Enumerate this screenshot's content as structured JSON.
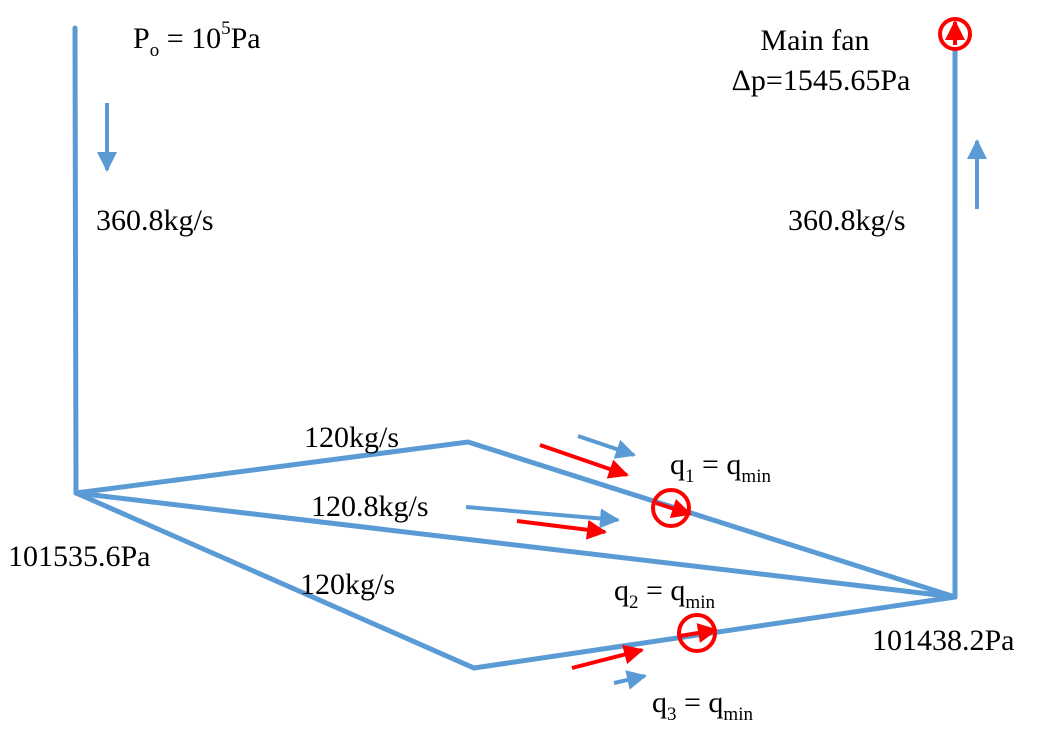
{
  "colors": {
    "duct": "#5B9BD5",
    "fan": "#FF0000",
    "airflow_arrow": "#5B9BD5",
    "fan_arrow": "#FF0000"
  },
  "labels": {
    "inlet_pressure": {
      "symbol": "P",
      "subscript": "o",
      "equals": " = 10",
      "superscript": "5",
      "unit": "Pa"
    },
    "main_fan_name": "Main fan",
    "main_fan_dp": "Δp=1545.65Pa",
    "intake_flow": "360.8kg/s",
    "return_flow": "360.8kg/s",
    "branch1_flow": "120kg/s",
    "branch2_flow": "120.8kg/s",
    "branch3_flow": "120kg/s",
    "junction_left_pressure": "101535.6Pa",
    "junction_right_pressure": "101438.2Pa",
    "q1": {
      "symbol": "q",
      "subscript": "1",
      "equals": " = q",
      "rhs_subscript": "min"
    },
    "q2": {
      "symbol": "q",
      "subscript": "2",
      "equals": " = q",
      "rhs_subscript": "min"
    },
    "q3": {
      "symbol": "q",
      "subscript": "3",
      "equals": " = q",
      "rhs_subscript": "min"
    }
  }
}
